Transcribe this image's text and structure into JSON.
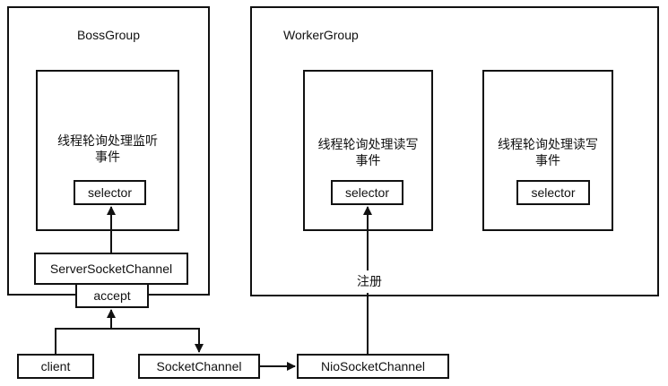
{
  "boss_group": {
    "title": "BossGroup",
    "thread_label": "线程轮询处理监听\n事件",
    "selector_label": "selector",
    "server_socket_channel_label": "ServerSocketChannel",
    "accept_label": "accept"
  },
  "worker_group": {
    "title": "WorkerGroup",
    "threads": [
      {
        "thread_label": "线程轮询处理读写\n事件",
        "selector_label": "selector"
      },
      {
        "thread_label": "线程轮询处理读写\n事件",
        "selector_label": "selector"
      }
    ],
    "register_label": "注册"
  },
  "client_label": "client",
  "socket_channel_label": "SocketChannel",
  "nio_socket_channel_label": "NioSocketChannel"
}
